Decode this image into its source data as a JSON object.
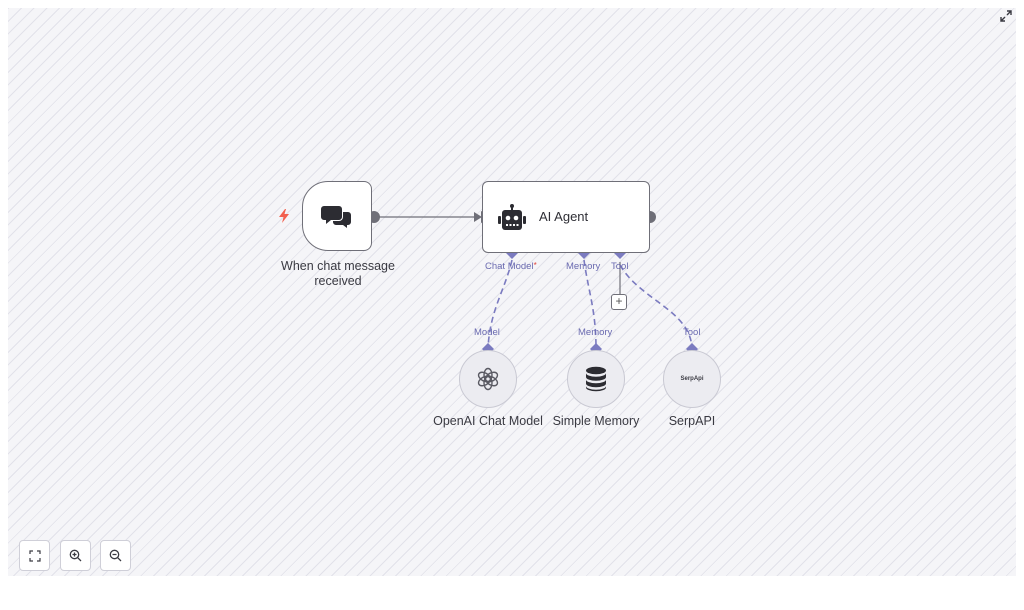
{
  "canvas": {
    "background": "#f5f5f8",
    "accent": "#7b7bc0"
  },
  "nodes": {
    "trigger": {
      "label": "When chat message received",
      "icon": "chat-bubbles-icon"
    },
    "agent": {
      "label": "AI Agent",
      "icon": "robot-icon"
    },
    "openai": {
      "label": "OpenAI Chat Model",
      "port": "Model",
      "icon": "openai-icon"
    },
    "memory": {
      "label": "Simple Memory",
      "port": "Memory",
      "icon": "database-icon"
    },
    "serpapi": {
      "label": "SerpAPI",
      "port": "Tool",
      "logo_text": "SerpApi"
    }
  },
  "agent_ports": {
    "chat_model": "Chat Model",
    "required_mark": "*",
    "memory": "Memory",
    "tool": "Tool"
  },
  "controls": {
    "add_tool": "+",
    "fit_view": "fit-view-icon",
    "zoom_in": "zoom-in-icon",
    "zoom_out": "zoom-out-icon",
    "fullscreen": "expand-icon"
  }
}
